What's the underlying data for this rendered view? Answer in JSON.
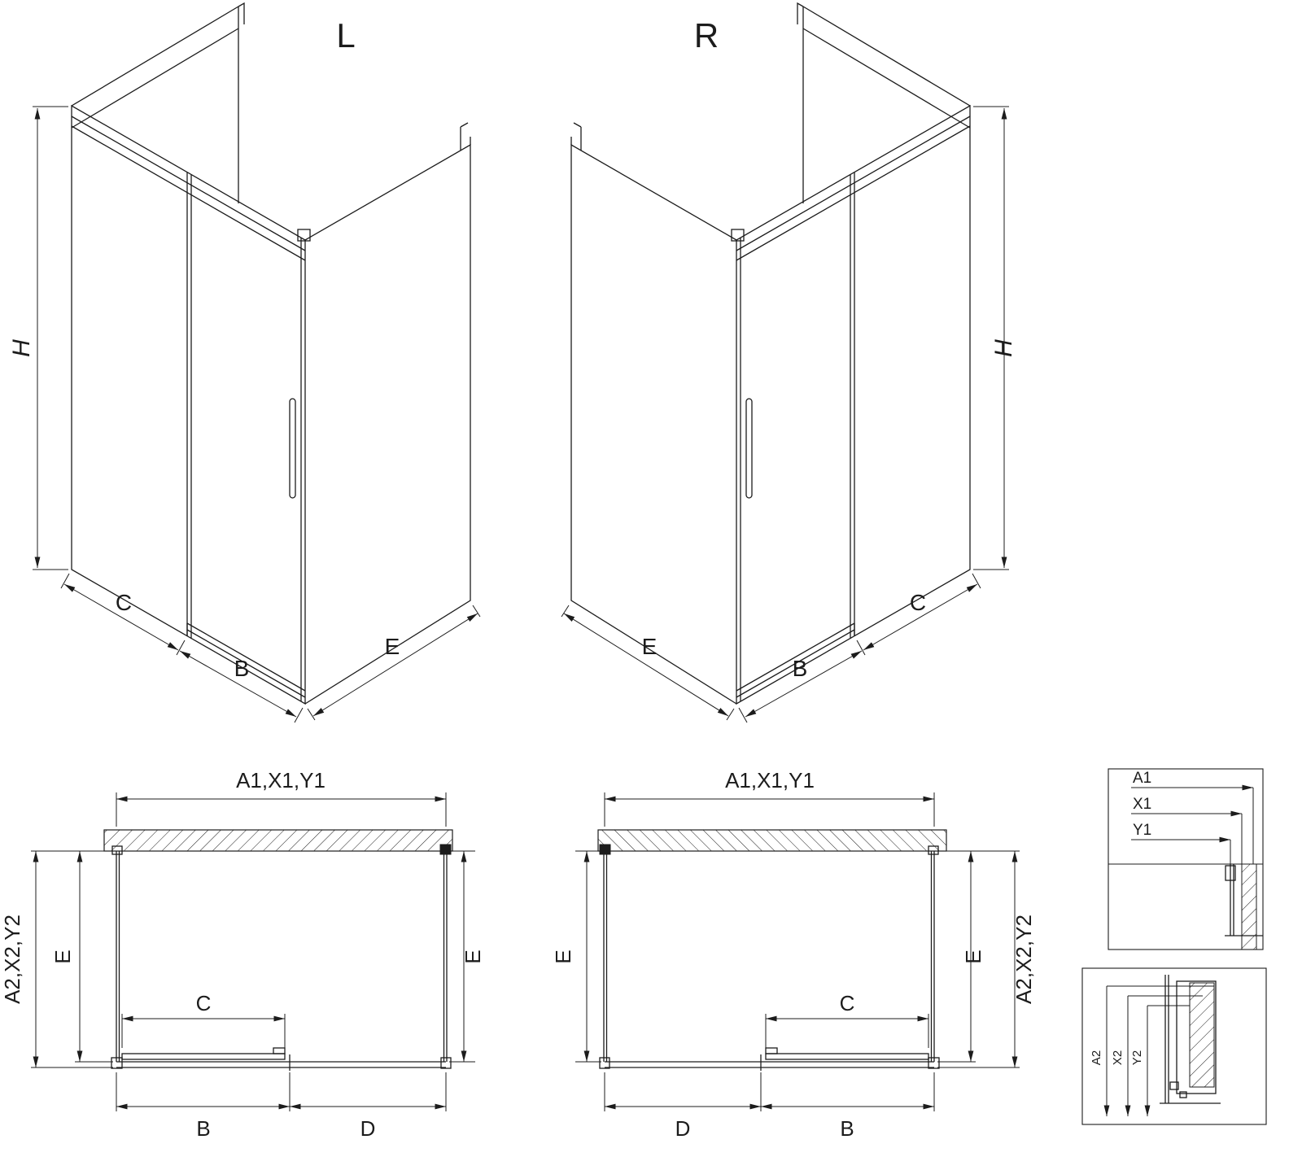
{
  "colors": {
    "line": "#1c1c1c",
    "background": "#ffffff"
  },
  "iso_left": {
    "variant_label": "L",
    "height_label": "H",
    "dim_c": "C",
    "dim_b": "B",
    "dim_e": "E"
  },
  "iso_right": {
    "variant_label": "R",
    "height_label": "H",
    "dim_c": "C",
    "dim_b": "B",
    "dim_e": "E"
  },
  "plan_left": {
    "dim_width": "A1,X1,Y1",
    "dim_depth_outer": "A2,X2,Y2",
    "dim_e_left": "E",
    "dim_e_right": "E",
    "dim_c": "C",
    "dim_b": "B",
    "dim_d": "D"
  },
  "plan_right": {
    "dim_width": "A1,X1,Y1",
    "dim_depth_outer": "A2,X2,Y2",
    "dim_e_left": "E",
    "dim_e_right": "E",
    "dim_c": "C",
    "dim_b": "B",
    "dim_d": "D"
  },
  "detail_top": {
    "dims": [
      "A1",
      "X1",
      "Y1"
    ]
  },
  "detail_bottom": {
    "dims": [
      "A2",
      "X2",
      "Y2"
    ]
  }
}
